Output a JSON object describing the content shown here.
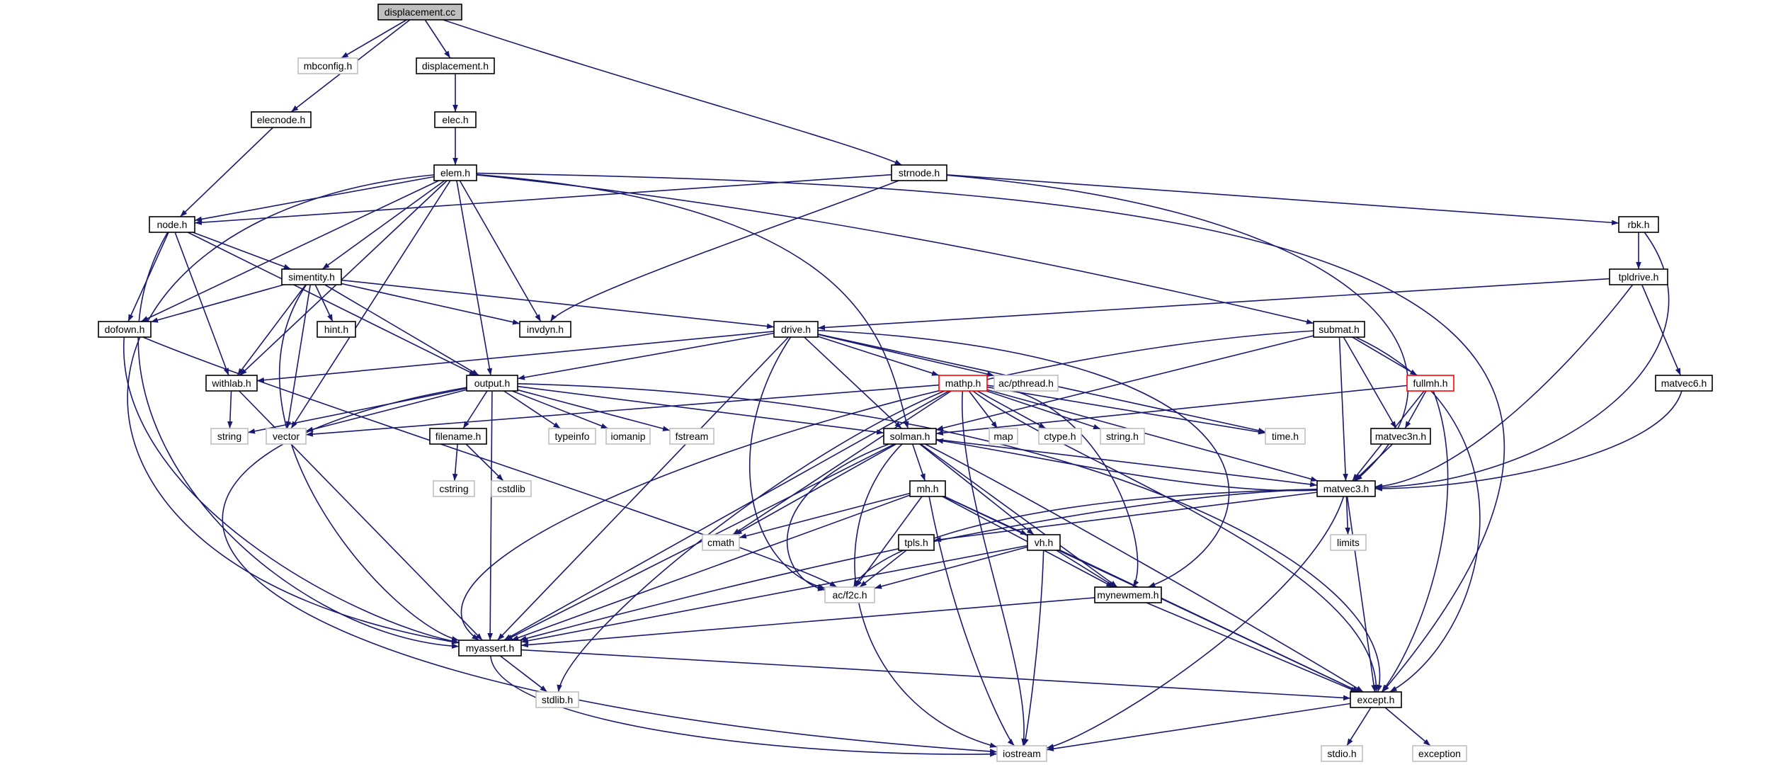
{
  "diagram": {
    "title": "",
    "colors": {
      "edge": "#191970",
      "node_border": "#000000",
      "external_border": "#bfbfbf",
      "partial_border": "#ff0000",
      "root_fill": "#bfbfbf",
      "node_fill": "#ffffff",
      "text": "#000000"
    },
    "nodes": [
      {
        "id": "displacement.cc",
        "label": "displacement.cc",
        "kind": "root"
      },
      {
        "id": "mbconfig.h",
        "label": "mbconfig.h",
        "kind": "external"
      },
      {
        "id": "displacement.h",
        "label": "displacement.h",
        "kind": "file"
      },
      {
        "id": "elecnode.h",
        "label": "elecnode.h",
        "kind": "file"
      },
      {
        "id": "elec.h",
        "label": "elec.h",
        "kind": "file"
      },
      {
        "id": "elem.h",
        "label": "elem.h",
        "kind": "file"
      },
      {
        "id": "strnode.h",
        "label": "strnode.h",
        "kind": "file"
      },
      {
        "id": "node.h",
        "label": "node.h",
        "kind": "file"
      },
      {
        "id": "rbk.h",
        "label": "rbk.h",
        "kind": "file"
      },
      {
        "id": "simentity.h",
        "label": "simentity.h",
        "kind": "file"
      },
      {
        "id": "tpldrive.h",
        "label": "tpldrive.h",
        "kind": "file"
      },
      {
        "id": "dofown.h",
        "label": "dofown.h",
        "kind": "file"
      },
      {
        "id": "hint.h",
        "label": "hint.h",
        "kind": "file"
      },
      {
        "id": "invdyn.h",
        "label": "invdyn.h",
        "kind": "file"
      },
      {
        "id": "drive.h",
        "label": "drive.h",
        "kind": "file"
      },
      {
        "id": "submat.h",
        "label": "submat.h",
        "kind": "file"
      },
      {
        "id": "withlab.h",
        "label": "withlab.h",
        "kind": "file"
      },
      {
        "id": "output.h",
        "label": "output.h",
        "kind": "file"
      },
      {
        "id": "mathp.h",
        "label": "mathp.h",
        "kind": "partial"
      },
      {
        "id": "ac/pthread.h",
        "label": "ac/pthread.h",
        "kind": "external"
      },
      {
        "id": "fullmh.h",
        "label": "fullmh.h",
        "kind": "partial"
      },
      {
        "id": "matvec6.h",
        "label": "matvec6.h",
        "kind": "file"
      },
      {
        "id": "string",
        "label": "string",
        "kind": "external"
      },
      {
        "id": "vector",
        "label": "vector",
        "kind": "external"
      },
      {
        "id": "filename.h",
        "label": "filename.h",
        "kind": "file"
      },
      {
        "id": "typeinfo",
        "label": "typeinfo",
        "kind": "external"
      },
      {
        "id": "iomanip",
        "label": "iomanip",
        "kind": "external"
      },
      {
        "id": "fstream",
        "label": "fstream",
        "kind": "external"
      },
      {
        "id": "solman.h",
        "label": "solman.h",
        "kind": "file"
      },
      {
        "id": "map",
        "label": "map",
        "kind": "external"
      },
      {
        "id": "ctype.h",
        "label": "ctype.h",
        "kind": "external"
      },
      {
        "id": "string.h",
        "label": "string.h",
        "kind": "external"
      },
      {
        "id": "time.h",
        "label": "time.h",
        "kind": "external"
      },
      {
        "id": "matvec3n.h",
        "label": "matvec3n.h",
        "kind": "file"
      },
      {
        "id": "cstring",
        "label": "cstring",
        "kind": "external"
      },
      {
        "id": "cstdlib",
        "label": "cstdlib",
        "kind": "external"
      },
      {
        "id": "mh.h",
        "label": "mh.h",
        "kind": "file"
      },
      {
        "id": "matvec3.h",
        "label": "matvec3.h",
        "kind": "file"
      },
      {
        "id": "limits",
        "label": "limits",
        "kind": "external"
      },
      {
        "id": "cmath",
        "label": "cmath",
        "kind": "external"
      },
      {
        "id": "tpls.h",
        "label": "tpls.h",
        "kind": "file"
      },
      {
        "id": "vh.h",
        "label": "vh.h",
        "kind": "file"
      },
      {
        "id": "ac/f2c.h",
        "label": "ac/f2c.h",
        "kind": "external"
      },
      {
        "id": "mynewmem.h",
        "label": "mynewmem.h",
        "kind": "file"
      },
      {
        "id": "myassert.h",
        "label": "myassert.h",
        "kind": "file"
      },
      {
        "id": "stdlib.h",
        "label": "stdlib.h",
        "kind": "external"
      },
      {
        "id": "except.h",
        "label": "except.h",
        "kind": "file"
      },
      {
        "id": "stdio.h",
        "label": "stdio.h",
        "kind": "external"
      },
      {
        "id": "exception",
        "label": "exception",
        "kind": "external"
      },
      {
        "id": "iostream",
        "label": "iostream",
        "kind": "external"
      }
    ],
    "edges": [
      [
        "displacement.cc",
        "mbconfig.h"
      ],
      [
        "displacement.cc",
        "displacement.h"
      ],
      [
        "displacement.cc",
        "elecnode.h"
      ],
      [
        "displacement.cc",
        "strnode.h"
      ],
      [
        "displacement.h",
        "elec.h"
      ],
      [
        "elec.h",
        "elem.h"
      ],
      [
        "elecnode.h",
        "node.h"
      ],
      [
        "elem.h",
        "node.h"
      ],
      [
        "elem.h",
        "simentity.h"
      ],
      [
        "elem.h",
        "dofown.h"
      ],
      [
        "elem.h",
        "withlab.h"
      ],
      [
        "elem.h",
        "output.h"
      ],
      [
        "elem.h",
        "vector"
      ],
      [
        "elem.h",
        "invdyn.h"
      ],
      [
        "elem.h",
        "solman.h"
      ],
      [
        "elem.h",
        "submat.h"
      ],
      [
        "elem.h",
        "except.h"
      ],
      [
        "elem.h",
        "myassert.h"
      ],
      [
        "strnode.h",
        "node.h"
      ],
      [
        "strnode.h",
        "rbk.h"
      ],
      [
        "strnode.h",
        "invdyn.h"
      ],
      [
        "strnode.h",
        "matvec3.h"
      ],
      [
        "node.h",
        "simentity.h"
      ],
      [
        "node.h",
        "dofown.h"
      ],
      [
        "node.h",
        "withlab.h"
      ],
      [
        "node.h",
        "output.h"
      ],
      [
        "node.h",
        "myassert.h"
      ],
      [
        "rbk.h",
        "tpldrive.h"
      ],
      [
        "rbk.h",
        "matvec3.h"
      ],
      [
        "tpldrive.h",
        "drive.h"
      ],
      [
        "tpldrive.h",
        "matvec6.h"
      ],
      [
        "tpldrive.h",
        "matvec3.h"
      ],
      [
        "simentity.h",
        "dofown.h"
      ],
      [
        "simentity.h",
        "hint.h"
      ],
      [
        "simentity.h",
        "invdyn.h"
      ],
      [
        "simentity.h",
        "drive.h"
      ],
      [
        "simentity.h",
        "withlab.h"
      ],
      [
        "simentity.h",
        "output.h"
      ],
      [
        "simentity.h",
        "vector"
      ],
      [
        "simentity.h",
        "myassert.h"
      ],
      [
        "dofown.h",
        "ac/f2c.h"
      ],
      [
        "dofown.h",
        "myassert.h"
      ],
      [
        "drive.h",
        "withlab.h"
      ],
      [
        "drive.h",
        "output.h"
      ],
      [
        "drive.h",
        "mathp.h"
      ],
      [
        "drive.h",
        "ac/pthread.h"
      ],
      [
        "drive.h",
        "solman.h"
      ],
      [
        "drive.h",
        "time.h"
      ],
      [
        "drive.h",
        "mynewmem.h"
      ],
      [
        "drive.h",
        "ac/f2c.h"
      ],
      [
        "drive.h",
        "myassert.h"
      ],
      [
        "submat.h",
        "solman.h"
      ],
      [
        "submat.h",
        "fullmh.h"
      ],
      [
        "submat.h",
        "matvec3n.h"
      ],
      [
        "submat.h",
        "matvec3.h"
      ],
      [
        "submat.h",
        "except.h"
      ],
      [
        "submat.h",
        "myassert.h"
      ],
      [
        "fullmh.h",
        "solman.h"
      ],
      [
        "fullmh.h",
        "matvec3n.h"
      ],
      [
        "fullmh.h",
        "matvec3.h"
      ],
      [
        "fullmh.h",
        "except.h"
      ],
      [
        "matvec6.h",
        "matvec3.h"
      ],
      [
        "matvec3n.h",
        "matvec3.h"
      ],
      [
        "withlab.h",
        "string"
      ],
      [
        "withlab.h",
        "myassert.h"
      ],
      [
        "output.h",
        "string"
      ],
      [
        "output.h",
        "vector"
      ],
      [
        "output.h",
        "filename.h"
      ],
      [
        "output.h",
        "typeinfo"
      ],
      [
        "output.h",
        "iomanip"
      ],
      [
        "output.h",
        "fstream"
      ],
      [
        "output.h",
        "solman.h"
      ],
      [
        "output.h",
        "iostream"
      ],
      [
        "output.h",
        "myassert.h"
      ],
      [
        "output.h",
        "except.h"
      ],
      [
        "filename.h",
        "cstring"
      ],
      [
        "filename.h",
        "cstdlib"
      ],
      [
        "mathp.h",
        "vector"
      ],
      [
        "mathp.h",
        "map"
      ],
      [
        "mathp.h",
        "ctype.h"
      ],
      [
        "mathp.h",
        "string.h"
      ],
      [
        "mathp.h",
        "time.h"
      ],
      [
        "mathp.h",
        "cmath"
      ],
      [
        "mathp.h",
        "matvec3.h"
      ],
      [
        "mathp.h",
        "mynewmem.h"
      ],
      [
        "mathp.h",
        "myassert.h"
      ],
      [
        "mathp.h",
        "stdlib.h"
      ],
      [
        "mathp.h",
        "except.h"
      ],
      [
        "mathp.h",
        "iostream"
      ],
      [
        "solman.h",
        "matvec3.h"
      ],
      [
        "solman.h",
        "mh.h"
      ],
      [
        "solman.h",
        "cmath"
      ],
      [
        "solman.h",
        "vh.h"
      ],
      [
        "solman.h",
        "ac/f2c.h"
      ],
      [
        "solman.h",
        "mynewmem.h"
      ],
      [
        "solman.h",
        "myassert.h"
      ],
      [
        "solman.h",
        "except.h"
      ],
      [
        "solman.h",
        "iostream"
      ],
      [
        "matvec3.h",
        "solman.h"
      ],
      [
        "matvec3.h",
        "limits"
      ],
      [
        "matvec3.h",
        "tpls.h"
      ],
      [
        "matvec3.h",
        "ac/f2c.h"
      ],
      [
        "matvec3.h",
        "myassert.h"
      ],
      [
        "matvec3.h",
        "except.h"
      ],
      [
        "matvec3.h",
        "iostream"
      ],
      [
        "mh.h",
        "cmath"
      ],
      [
        "mh.h",
        "vh.h"
      ],
      [
        "mh.h",
        "ac/f2c.h"
      ],
      [
        "mh.h",
        "mynewmem.h"
      ],
      [
        "mh.h",
        "myassert.h"
      ],
      [
        "mh.h",
        "except.h"
      ],
      [
        "mh.h",
        "iostream"
      ],
      [
        "tpls.h",
        "ac/f2c.h"
      ],
      [
        "vh.h",
        "ac/f2c.h"
      ],
      [
        "vh.h",
        "mynewmem.h"
      ],
      [
        "vh.h",
        "myassert.h"
      ],
      [
        "vh.h",
        "except.h"
      ],
      [
        "vh.h",
        "iostream"
      ],
      [
        "mynewmem.h",
        "myassert.h"
      ],
      [
        "mynewmem.h",
        "except.h"
      ],
      [
        "myassert.h",
        "stdlib.h"
      ],
      [
        "myassert.h",
        "except.h"
      ],
      [
        "myassert.h",
        "iostream"
      ],
      [
        "except.h",
        "stdio.h"
      ],
      [
        "except.h",
        "exception"
      ],
      [
        "except.h",
        "iostream"
      ]
    ]
  }
}
